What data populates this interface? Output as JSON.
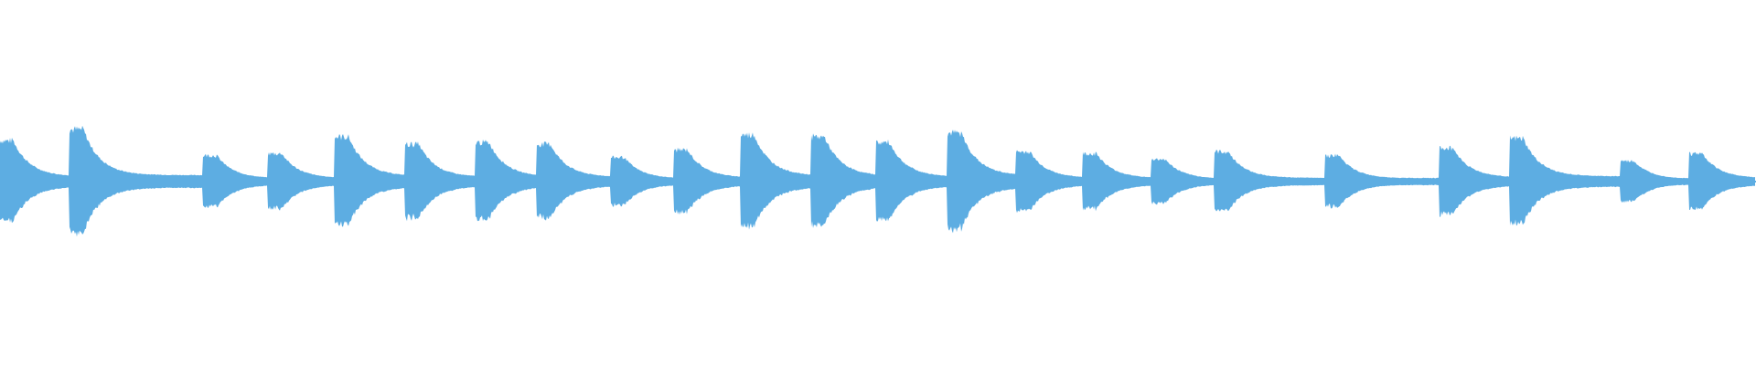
{
  "waveform": {
    "color": "#5dade2",
    "background": "#ffffff",
    "onsets": [
      {
        "t": 0.0,
        "amp": 0.44
      },
      {
        "t": 0.04,
        "amp": 0.56
      },
      {
        "t": 0.116,
        "amp": 0.28
      },
      {
        "t": 0.153,
        "amp": 0.3
      },
      {
        "t": 0.191,
        "amp": 0.48
      },
      {
        "t": 0.231,
        "amp": 0.4
      },
      {
        "t": 0.271,
        "amp": 0.42
      },
      {
        "t": 0.306,
        "amp": 0.4
      },
      {
        "t": 0.348,
        "amp": 0.26
      },
      {
        "t": 0.384,
        "amp": 0.34
      },
      {
        "t": 0.422,
        "amp": 0.5
      },
      {
        "t": 0.462,
        "amp": 0.48
      },
      {
        "t": 0.499,
        "amp": 0.42
      },
      {
        "t": 0.54,
        "amp": 0.52
      },
      {
        "t": 0.579,
        "amp": 0.32
      },
      {
        "t": 0.617,
        "amp": 0.3
      },
      {
        "t": 0.656,
        "amp": 0.24
      },
      {
        "t": 0.692,
        "amp": 0.32
      },
      {
        "t": 0.755,
        "amp": 0.28
      },
      {
        "t": 0.82,
        "amp": 0.36
      },
      {
        "t": 0.86,
        "amp": 0.46
      },
      {
        "t": 0.923,
        "amp": 0.22
      },
      {
        "t": 0.962,
        "amp": 0.3
      }
    ]
  }
}
